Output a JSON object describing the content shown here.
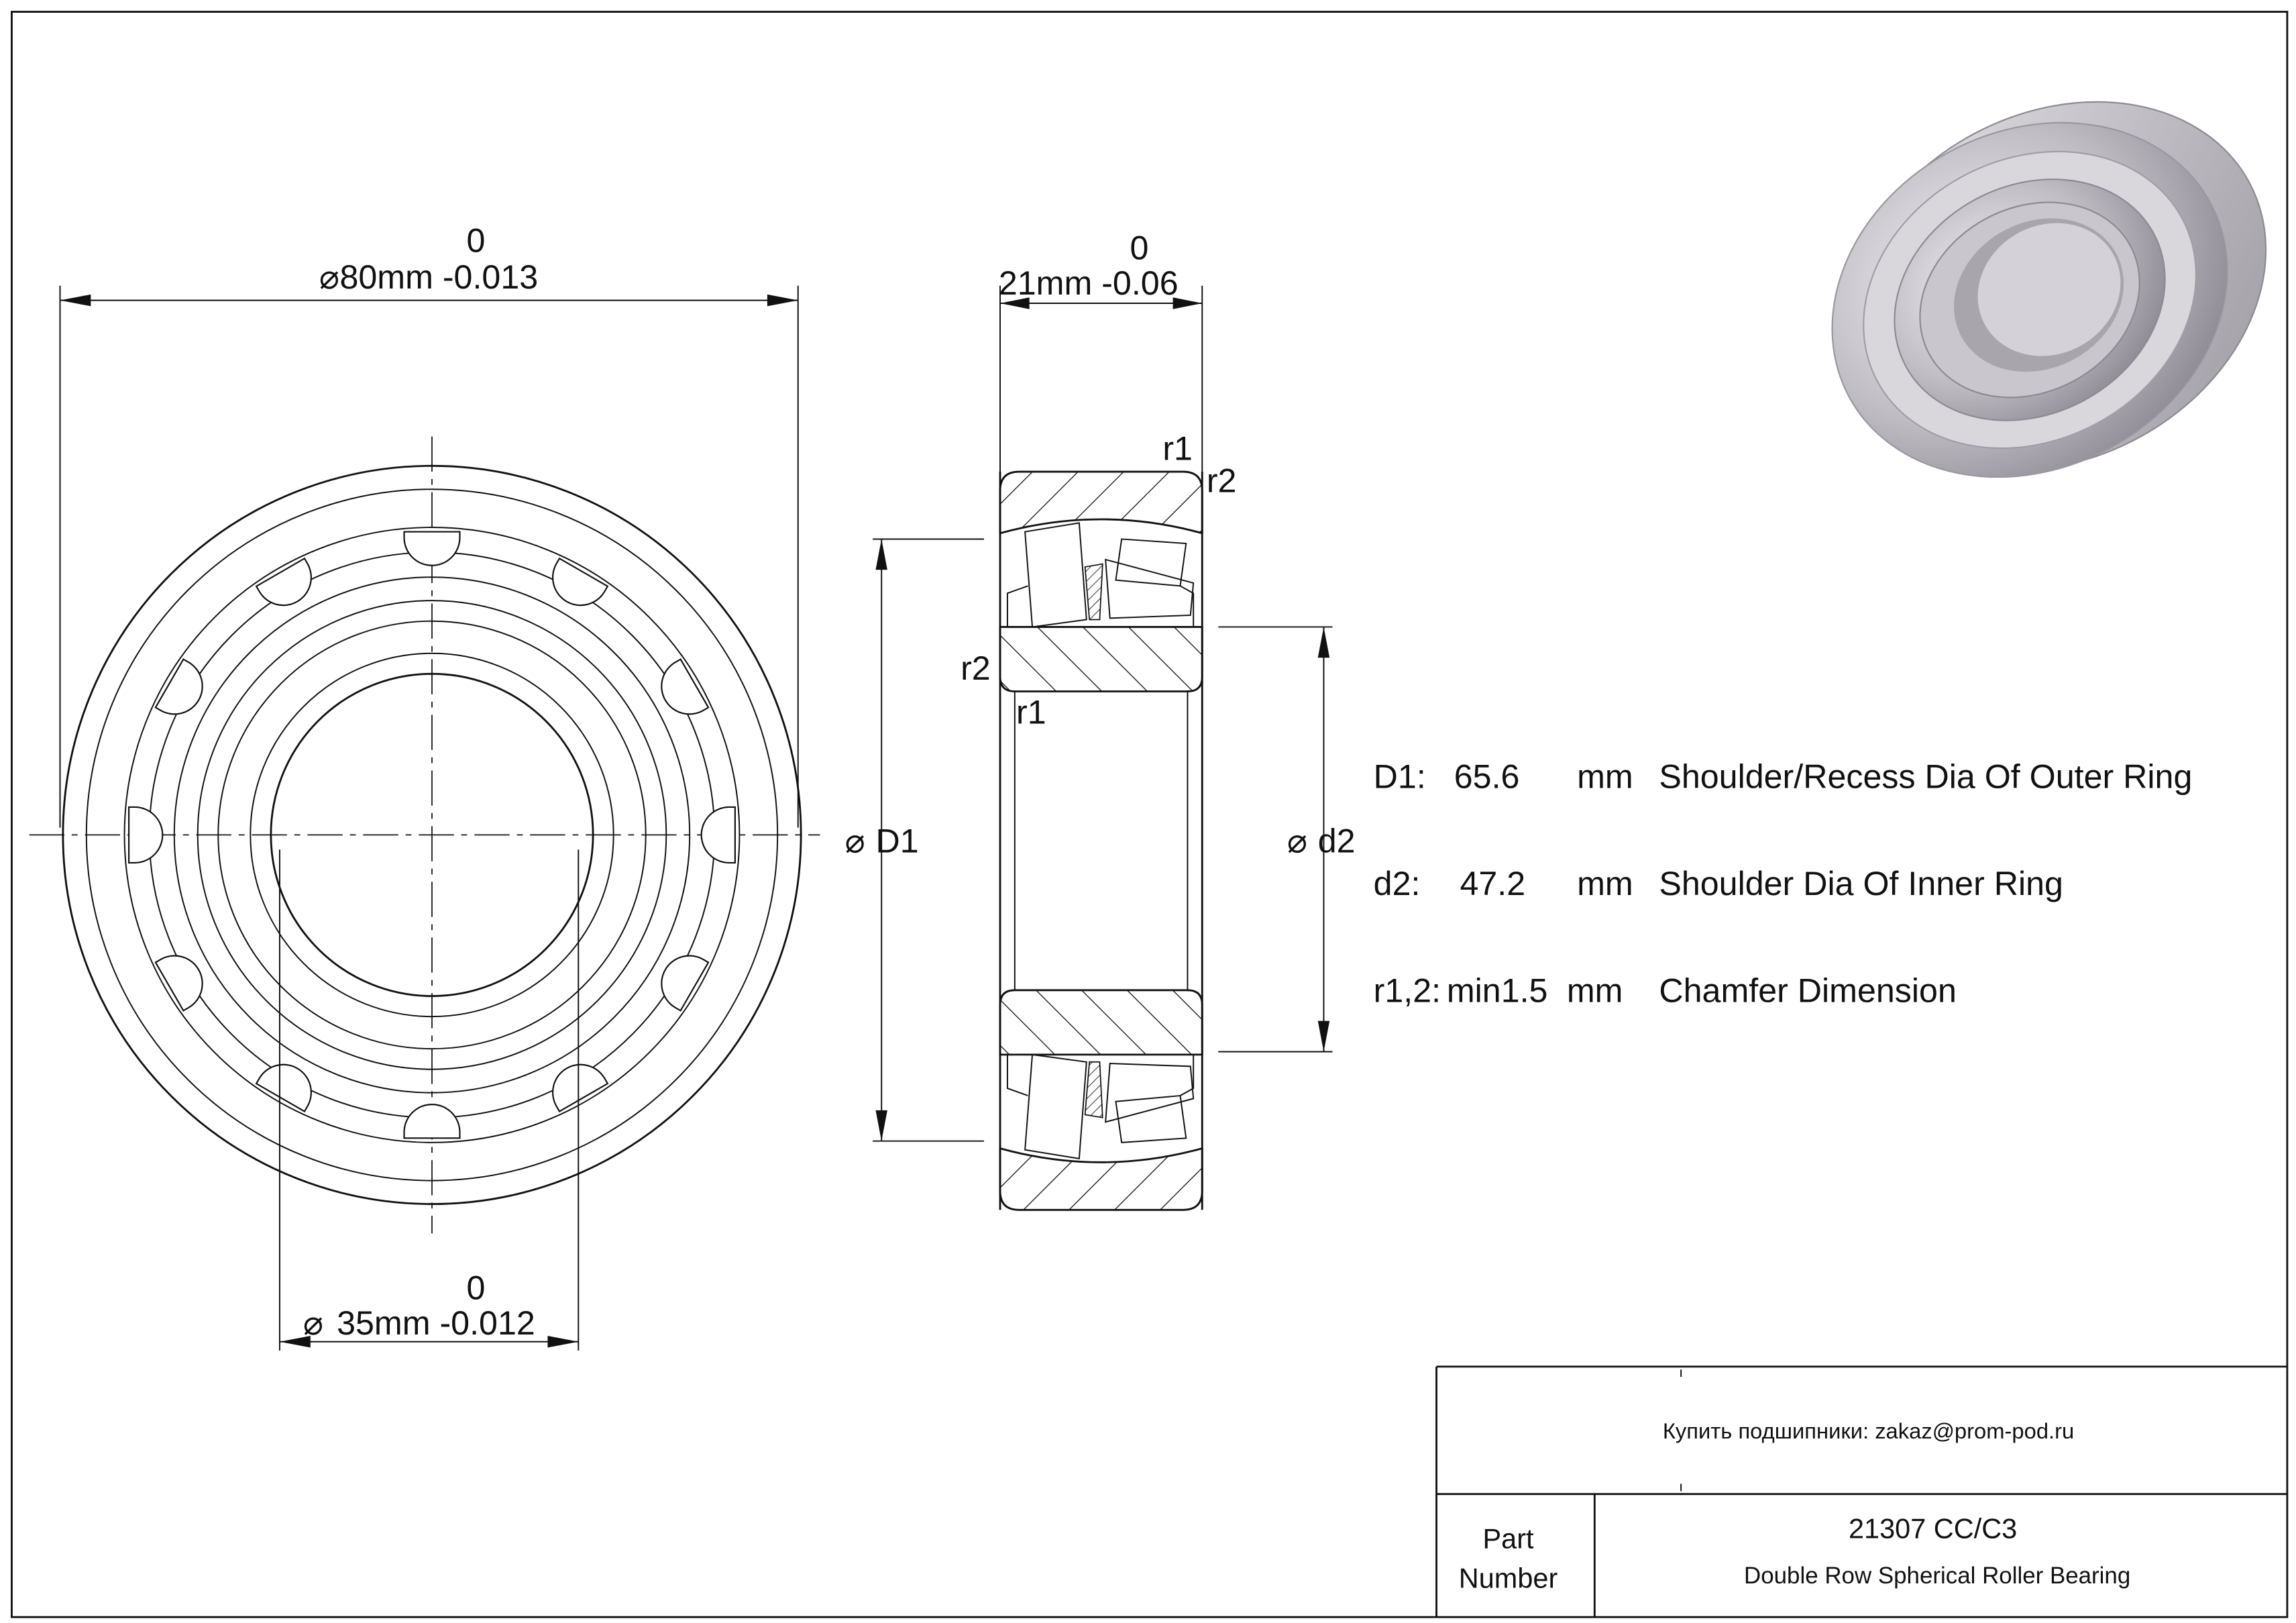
{
  "dimensions": {
    "outer_diameter": {
      "upper": "0",
      "value": "80mm -0.013",
      "symbol": "⌀"
    },
    "width": {
      "upper": "0",
      "value": "21mm -0.06"
    },
    "bore_diameter": {
      "upper": "0",
      "value": "35mm -0.012",
      "symbol": "⌀"
    },
    "D1_label": "D1",
    "d2_label": "d2",
    "diameter_symbol": "⌀",
    "r1": "r1",
    "r2": "r2"
  },
  "specs": [
    {
      "key": "D1:",
      "value": "65.6",
      "unit": "mm",
      "desc": "Shoulder/Recess Dia Of Outer Ring"
    },
    {
      "key": "d2:",
      "value": "47.2",
      "unit": "mm",
      "desc": "Shoulder Dia Of Inner Ring"
    },
    {
      "key": "r1,2:",
      "value": "min1.5",
      "unit": "mm",
      "desc": "Chamfer Dimension"
    }
  ],
  "title_block": {
    "contact": "Купить подшипники: zakaz@prom-pod.ru",
    "part_label_1": "Part",
    "part_label_2": "Number",
    "part_number": "21307 CC/C3",
    "description": "Double Row Spherical Roller Bearing"
  }
}
